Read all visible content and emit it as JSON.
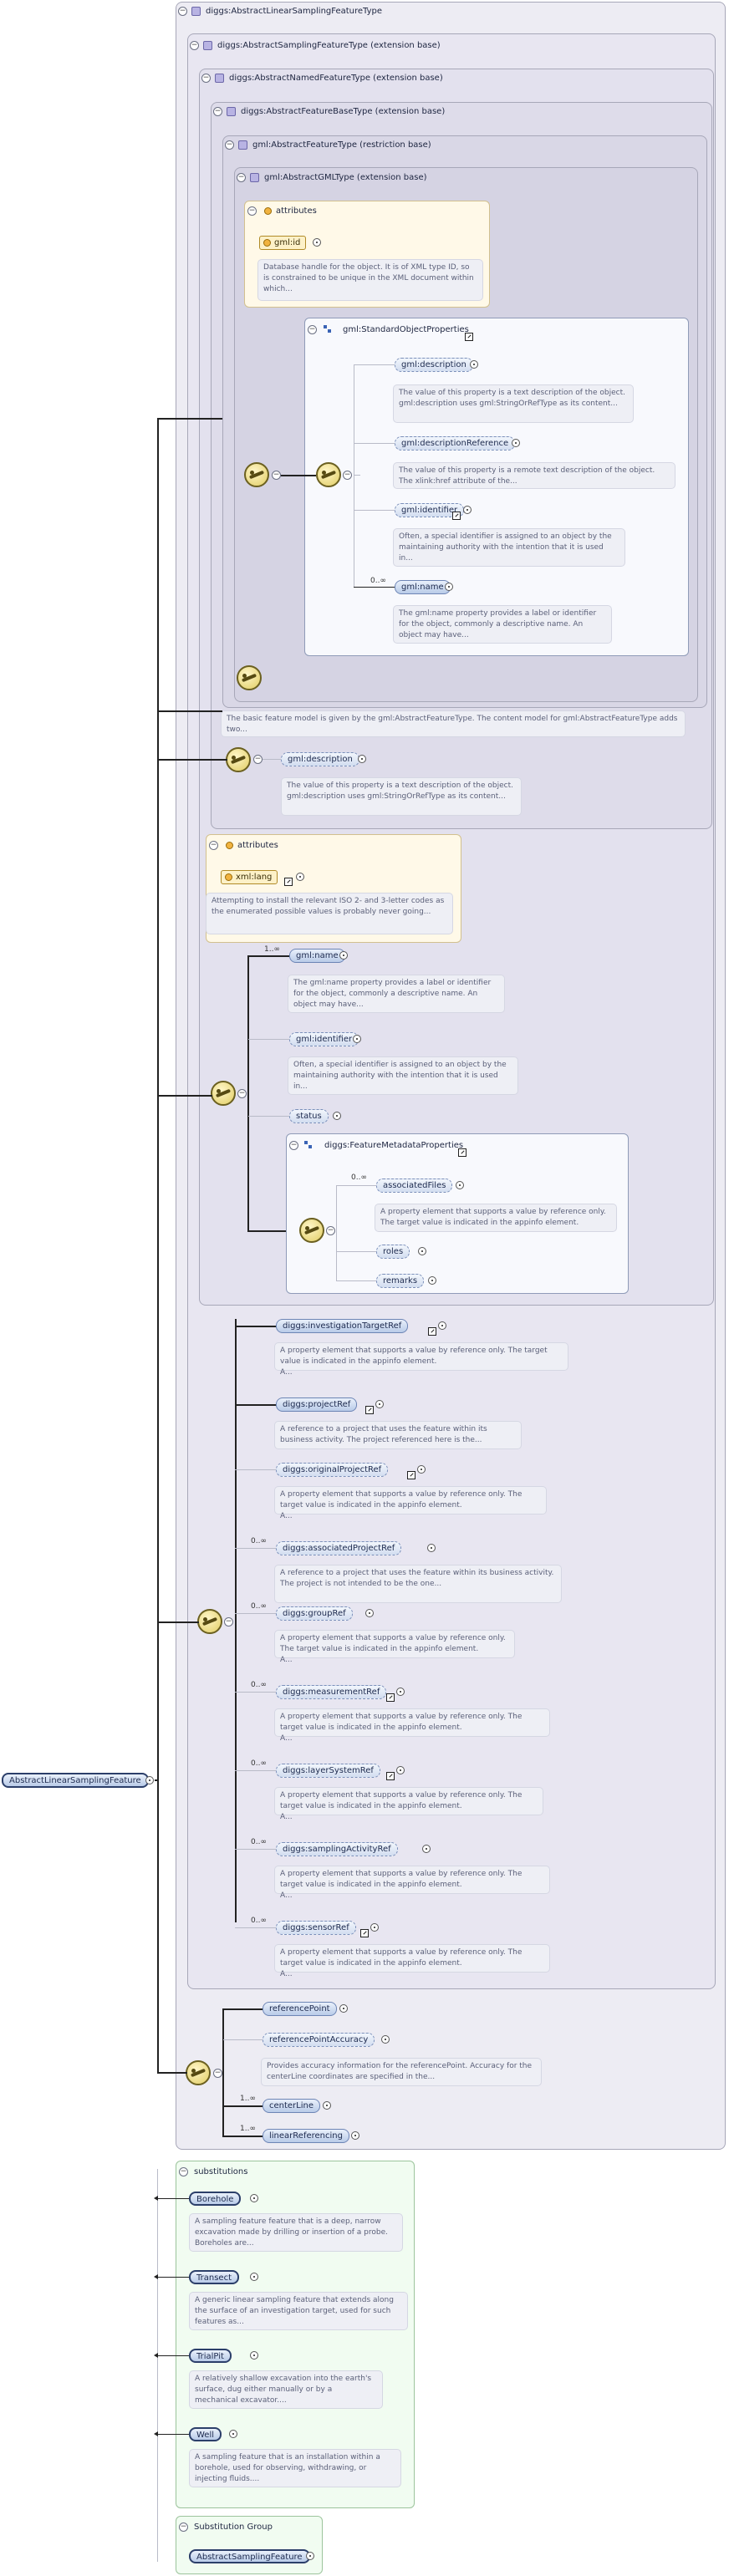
{
  "root": {
    "label": "AbstractLinearSamplingFeature"
  },
  "headers": {
    "abstract_linear": "diggs:AbstractLinearSamplingFeatureType",
    "abstract_sampling": "diggs:AbstractSamplingFeatureType (extension base)",
    "abstract_named": "diggs:AbstractNamedFeatureType (extension base)",
    "abstract_feature_base": "diggs:AbstractFeatureBaseType (extension base)",
    "gml_abstract_feature": "gml:AbstractFeatureType (restriction base)",
    "gml_abstract_gml": "gml:AbstractGMLType (extension base)"
  },
  "attributes_label": "attributes",
  "gml_attrs": {
    "id_label": "gml:id",
    "id_note": "Database handle for the object. It is of XML type ID, so is constrained to be unique in the XML document within which..."
  },
  "standard_object": {
    "title": "gml:StandardObjectProperties",
    "items": [
      {
        "label": "gml:description",
        "card": "",
        "note": "The value of this property is a text description of the object. gml:description uses gml:StringOrRefType as its content..."
      },
      {
        "label": "gml:descriptionReference",
        "card": "",
        "note": "The value of this property is a remote text description of the object. The xlink:href attribute of the..."
      },
      {
        "label": "gml:identifier",
        "card": "",
        "note": "Often, a special identifier is assigned to an object by the maintaining authority with the intention that it is used in..."
      },
      {
        "label": "gml:name",
        "card": "0..∞",
        "note": "The gml:name property provides a label or identifier for the object, commonly a descriptive name. An object may have..."
      }
    ]
  },
  "feature_base_note": "The basic feature model is given by the gml:AbstractFeatureType. The content model for gml:AbstractFeatureType adds two...",
  "feature_base_desc": {
    "label": "gml:description",
    "note": "The value of this property is a text description of the object. gml:description uses gml:StringOrRefType as its content..."
  },
  "named_attrs": {
    "lang_label": "xml:lang",
    "lang_note": "Attempting to install the relevant ISO 2- and 3-letter codes as the enumerated possible values is probably never going..."
  },
  "named_items": {
    "name": {
      "label": "gml:name",
      "card": "1..∞",
      "note": "The gml:name property provides a label or identifier for the object, commonly a descriptive name. An object may have..."
    },
    "identifier": {
      "label": "gml:identifier",
      "note": "Often, a special identifier is assigned to an object by the maintaining authority with the intention that it is used in..."
    },
    "status": {
      "label": "status"
    }
  },
  "feature_metadata": {
    "title": "diggs:FeatureMetadataProperties",
    "associated_files": {
      "label": "associatedFiles",
      "card": "0..∞",
      "note": "A property element that supports a value by reference only. The target value is indicated in the appinfo element."
    },
    "roles": {
      "label": "roles"
    },
    "remarks": {
      "label": "remarks"
    }
  },
  "sampling_items": [
    {
      "label": "diggs:investigationTargetRef",
      "card": "",
      "note": "A property element that supports a value by reference only. The target value is indicated in the appinfo element.\nA..."
    },
    {
      "label": "diggs:projectRef",
      "card": "",
      "note": "A reference to a project that uses the feature within its business activity. The project referenced here is the..."
    },
    {
      "label": "diggs:originalProjectRef",
      "card": "",
      "note": "A property element that supports a value by reference only. The target value is indicated in the appinfo element.\nA..."
    },
    {
      "label": "diggs:associatedProjectRef",
      "card": "0..∞",
      "note": "A reference to a project that uses the feature within its business activity. The project is not intended to be the one..."
    },
    {
      "label": "diggs:groupRef",
      "card": "0..∞",
      "note": "A property element that supports a value by reference only. The target value is indicated in the appinfo element.\nA..."
    },
    {
      "label": "diggs:measurementRef",
      "card": "0..∞",
      "note": "A property element that supports a value by reference only. The target value is indicated in the appinfo element.\nA..."
    },
    {
      "label": "diggs:layerSystemRef",
      "card": "0..∞",
      "note": "A property element that supports a value by reference only. The target value is indicated in the appinfo element.\nA..."
    },
    {
      "label": "diggs:samplingActivityRef",
      "card": "0..∞",
      "note": "A property element that supports a value by reference only. The target value is indicated in the appinfo element.\nA..."
    },
    {
      "label": "diggs:sensorRef",
      "card": "0..∞",
      "note": "A property element that supports a value by reference only. The target value is indicated in the appinfo element.\nA..."
    }
  ],
  "linear_items": {
    "reference_point": {
      "label": "referencePoint"
    },
    "reference_point_accuracy": {
      "label": "referencePointAccuracy",
      "note": "Provides accuracy information for the referencePoint. Accuracy for the centerLine coordinates are specified in the..."
    },
    "center_line": {
      "label": "centerLine",
      "card": "1..∞"
    },
    "linear_referencing": {
      "label": "linearReferencing",
      "card": "1..∞"
    }
  },
  "substitutions": {
    "title": "substitutions",
    "items": [
      {
        "label": "Borehole",
        "note": "A sampling feature feature that is a deep, narrow excavation made by drilling or insertion of a probe. Boreholes are..."
      },
      {
        "label": "Transect",
        "note": "A generic linear sampling feature that extends along the surface of an investigation target, used for such features as..."
      },
      {
        "label": "TrialPit",
        "note": "A relatively shallow excavation into the earth's surface, dug either manually or by a mechanical excavator...."
      },
      {
        "label": "Well",
        "note": "A sampling feature that is an installation within a borehole, used for observing, withdrawing, or injecting fluids...."
      }
    ]
  },
  "substitution_group": {
    "title": "Substitution Group",
    "label": "AbstractSamplingFeature"
  }
}
